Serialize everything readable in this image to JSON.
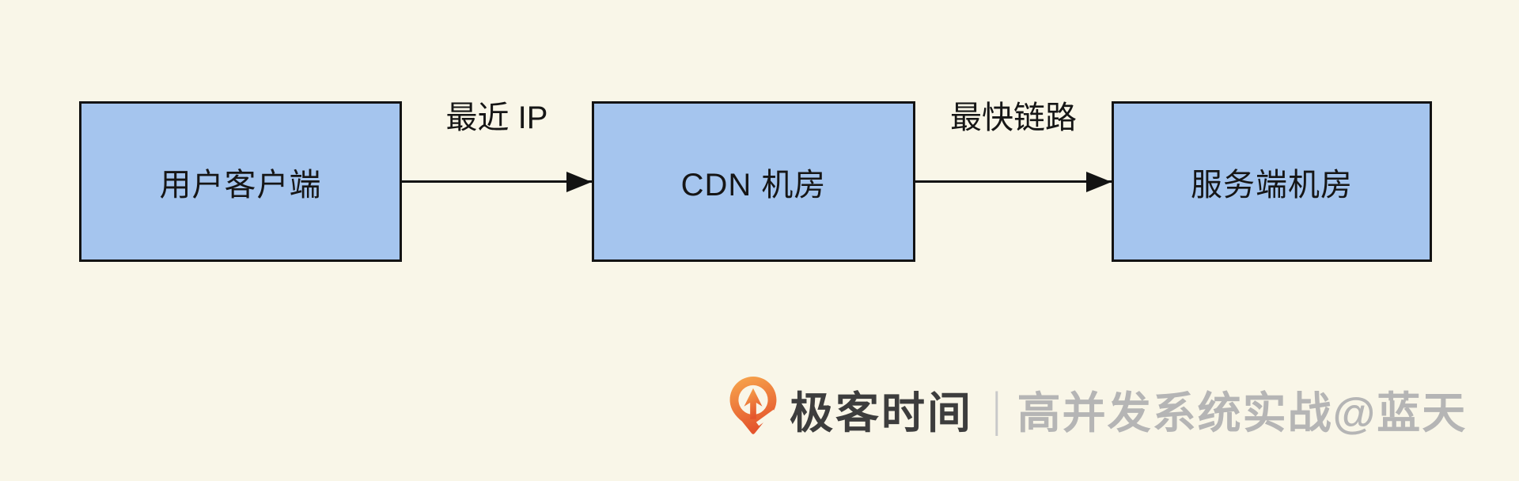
{
  "diagram": {
    "nodes": [
      {
        "id": "user-client",
        "label": "用户客户端"
      },
      {
        "id": "cdn-room",
        "label": "CDN 机房"
      },
      {
        "id": "server-room",
        "label": "服务端机房"
      }
    ],
    "edges": [
      {
        "from": "user-client",
        "to": "cdn-room",
        "label": "最近 IP"
      },
      {
        "from": "cdn-room",
        "to": "server-room",
        "label": "最快链路"
      }
    ]
  },
  "watermark": {
    "logo_icon": "geektime-logo",
    "brand": "极客时间",
    "divider": "|",
    "byline": "高并发系统实战@蓝天"
  },
  "colors": {
    "background": "#f9f6e8",
    "node_fill": "#a5c5ee",
    "node_border": "#131313",
    "arrow": "#131313",
    "label_text": "#161616",
    "brand_text": "#3d3d3d",
    "byline_text": "#b5b5b5",
    "divider_color": "#c9c9c9",
    "logo_orange_light": "#f8a94e",
    "logo_orange_dark": "#e4542c"
  }
}
